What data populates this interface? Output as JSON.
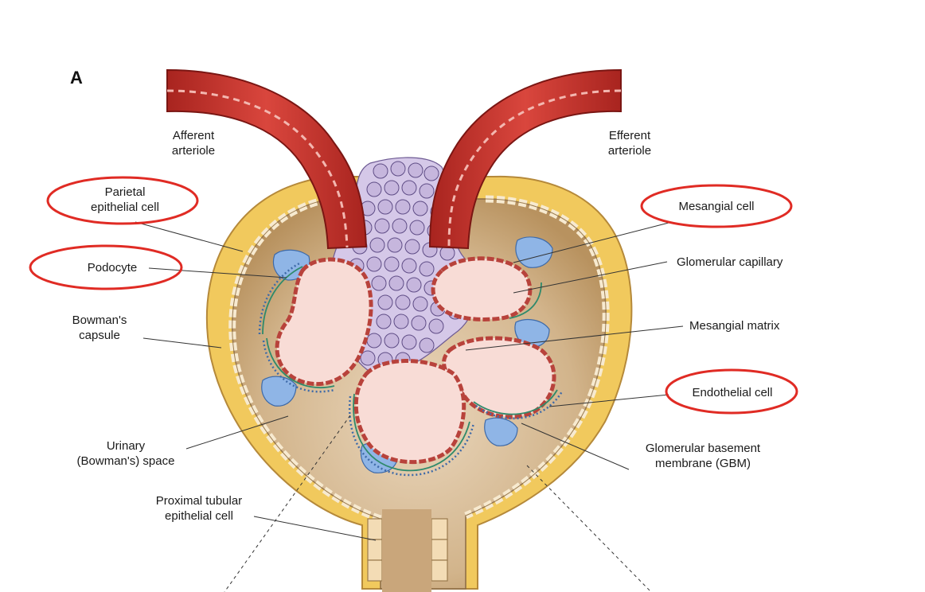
{
  "panel_letter": "A",
  "labels": {
    "afferent_arteriole": "Afferent\narteriole",
    "efferent_arteriole": "Efferent\narteriole",
    "parietal_epithelial_cell": "Parietal\nepithelial cell",
    "podocyte": "Podocyte",
    "bowmans_capsule": "Bowman's\ncapsule",
    "urinary_space": "Urinary\n(Bowman's) space",
    "proximal_tubular_epithelial_cell": "Proximal tubular\nepithelial cell",
    "mesangial_cell": "Mesangial cell",
    "glomerular_capillary": "Glomerular capillary",
    "mesangial_matrix": "Mesangial matrix",
    "endothelial_cell": "Endothelial cell",
    "gbm": "Glomerular basement\nmembrane (GBM)"
  },
  "colors": {
    "capsule_outer": "#f1c95d",
    "capsule_inner": "#c4a27a",
    "arteriole": "#c7332e",
    "capillary_fill": "#f8dcd6",
    "mesangial": "#c6b6dd",
    "podocyte": "#8fb5e6",
    "highlight_ellipse": "#e02b24"
  }
}
